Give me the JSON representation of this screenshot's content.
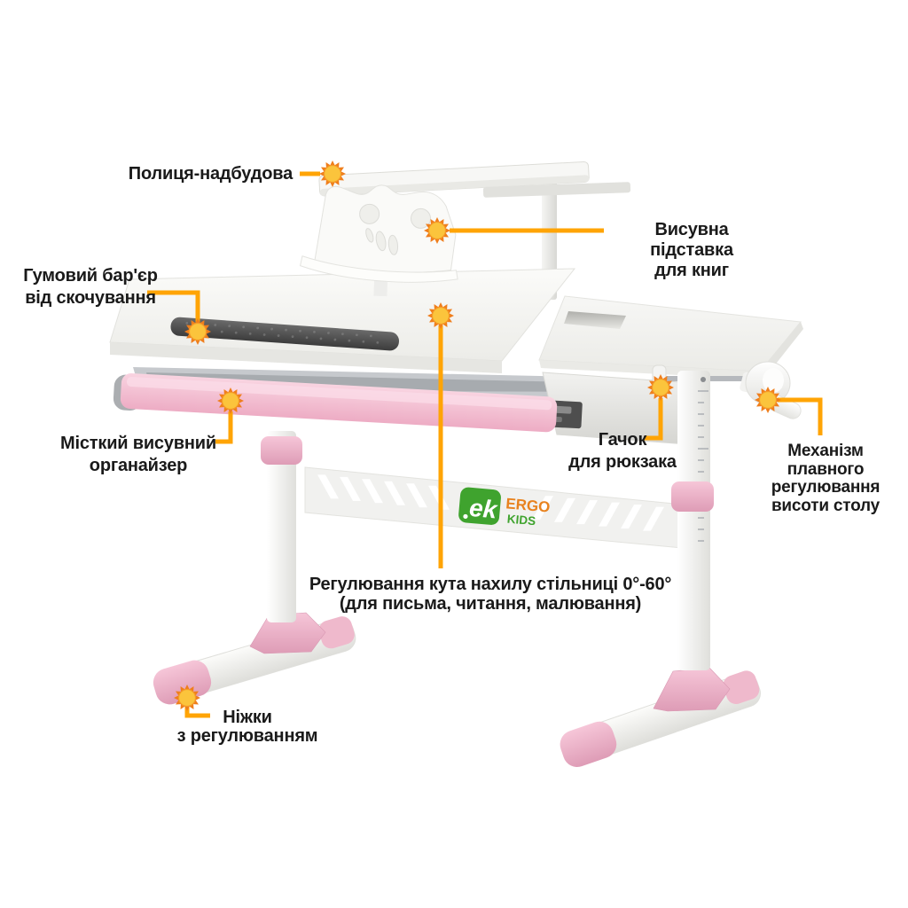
{
  "brand": {
    "ek": "ek",
    "ergo": "ERGO",
    "kids": "KIDS"
  },
  "colors": {
    "callout_line": "#FFA405",
    "sun_outer": "#EF7E1C",
    "sun_inner": "#FBC43C",
    "accent_pink": "#F4C3D5",
    "logo_green": "#3FA32E",
    "logo_orange": "#E8821E",
    "label_text": "#1A1A1A"
  },
  "callouts": {
    "shelf": {
      "lines": [
        "Полиця-надбудова"
      ]
    },
    "book_stand": {
      "lines": [
        "Висувна підставка",
        "для книг"
      ]
    },
    "rubber_barrier": {
      "lines": [
        "Гумовий бар'єр",
        "від скочування"
      ]
    },
    "organizer": {
      "lines": [
        "Місткий висувний",
        "органайзер"
      ]
    },
    "hook": {
      "lines": [
        "Гачок",
        "для рюкзака"
      ]
    },
    "height_mechanism": {
      "lines": [
        "Механізм",
        "плавного",
        "регулювання",
        "висоти столу"
      ]
    },
    "tilt": {
      "lines": [
        "Регулювання кута нахилу стільниці 0°-60°",
        "(для письма, читання, малювання)"
      ]
    },
    "feet": {
      "lines": [
        "Ніжки",
        "з регулюванням"
      ]
    }
  }
}
